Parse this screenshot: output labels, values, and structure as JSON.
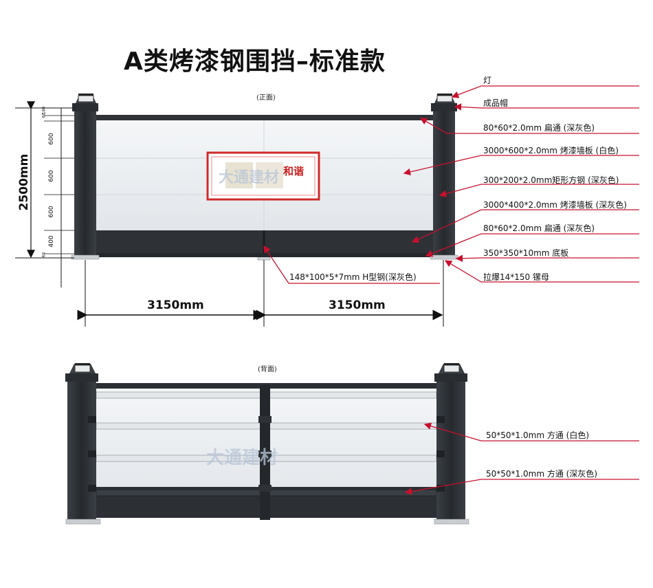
{
  "title": "A类烤漆钢围挡–标准款",
  "front_caption": "(正面)",
  "back_caption": "(背面)",
  "watermark": "大通建材",
  "sign": {
    "big_text": "和谐"
  },
  "dimensions": {
    "height_total": "2500mm",
    "width_left": "3150mm",
    "width_right": "3150mm",
    "segments": [
      "60",
      "180",
      "600",
      "600",
      "600",
      "400",
      "60"
    ]
  },
  "front_labels": [
    "灯",
    "成品帽",
    "80*60*2.0mm 扁通 (深灰色)",
    "3000*600*2.0mm 烤漆墙板 (白色)",
    "300*200*2.0mm矩形方钢 (深灰色)",
    "3000*400*2.0mm 烤漆墙板 (深灰色)",
    "80*60*2.0mm 扁通 (深灰色)",
    "350*350*10mm 底板",
    "拉爆14*150 镙母",
    "148*100*5*7mm H型钢(深灰色)"
  ],
  "back_labels": [
    "50*50*1.0mm 方通 (白色)",
    "50*50*1.0mm 方通 (深灰色)"
  ],
  "colors": {
    "frame": "#2f3338",
    "panel": "#e9ecef",
    "arrow": "#c8102e",
    "sign_border": "#d02a2a"
  }
}
